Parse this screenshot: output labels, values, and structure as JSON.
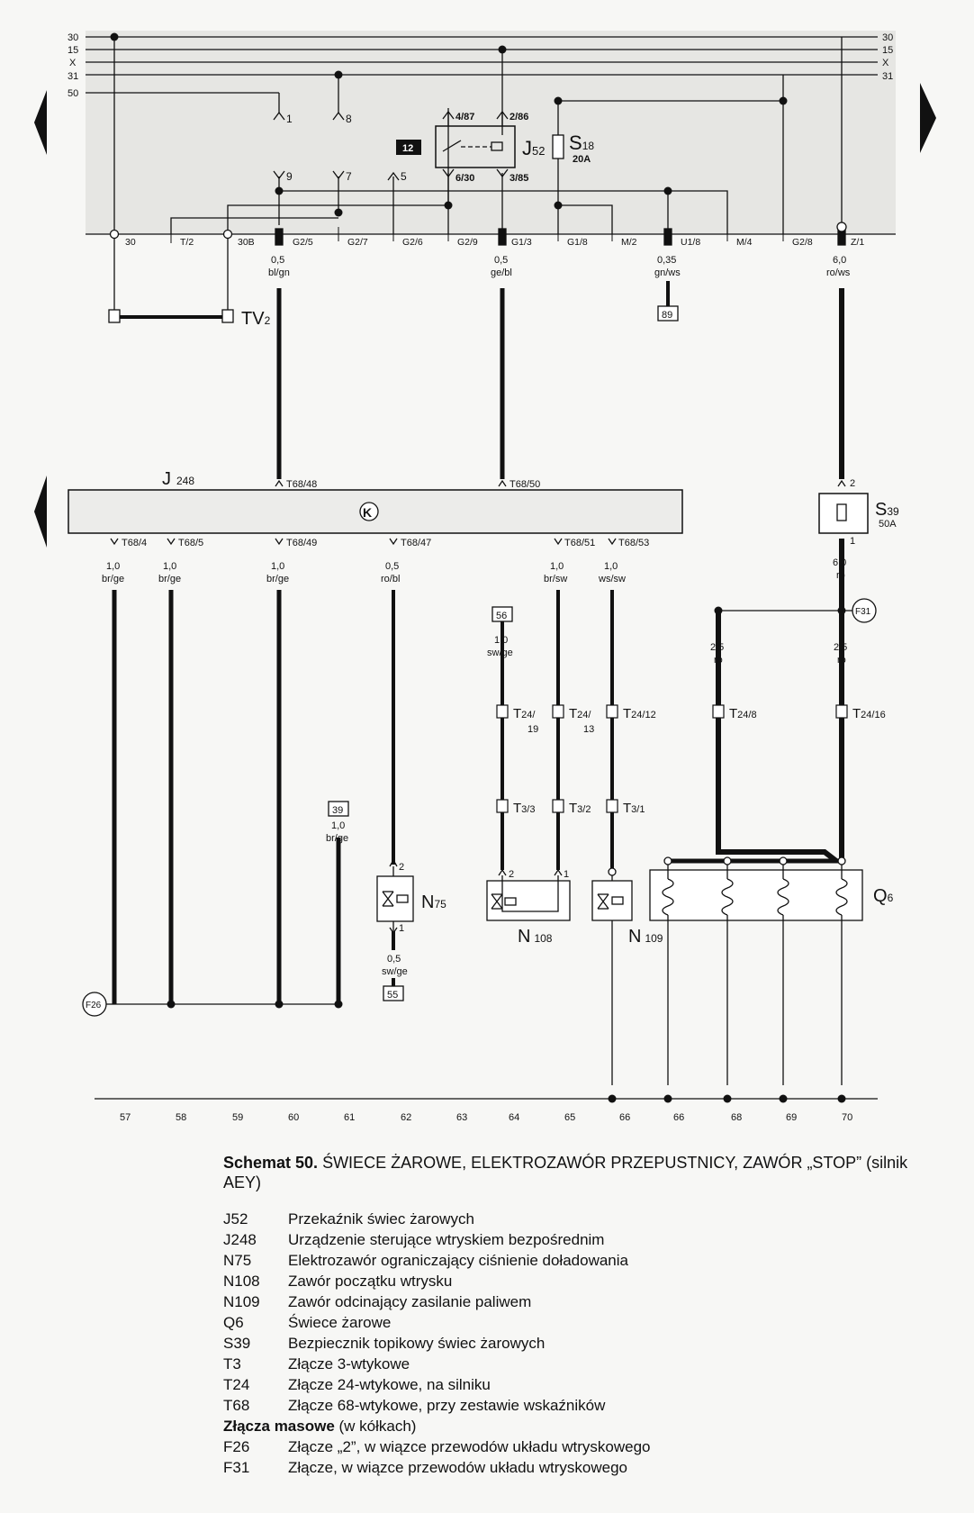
{
  "rails": {
    "left": [
      "30",
      "15",
      "X",
      "31",
      "50"
    ],
    "right": [
      "30",
      "15",
      "X",
      "31"
    ]
  },
  "relay_panel": {
    "relay_number": "12",
    "relay_name": "J",
    "relay_sub": "52",
    "contacts": [
      "4/87",
      "2/86",
      "6/30",
      "3/85"
    ],
    "fuse_name": "S",
    "fuse_sub": "18",
    "fuse_rating": "20A",
    "top_pins": [
      "1",
      "8"
    ],
    "mid_pins": [
      "9",
      "7",
      "5"
    ]
  },
  "connector_strip": [
    "30",
    "T/2",
    "30B",
    "G2/5",
    "G2/7",
    "G2/6",
    "G2/9",
    "G1/3",
    "G1/8",
    "M/2",
    "U1/8",
    "M/4",
    "G2/8",
    "Z/1"
  ],
  "upper_wires": [
    {
      "size": "0,5",
      "color": "bl/gn"
    },
    {
      "size": "0,5",
      "color": "ge/bl"
    },
    {
      "size": "0,35",
      "color": "gn/ws"
    },
    {
      "size": "6,0",
      "color": "ro/ws"
    }
  ],
  "ref_89": "89",
  "tv2": {
    "name": "TV",
    "sub": "2"
  },
  "j248": {
    "name": "J",
    "sub": "248",
    "symbol": "K",
    "top_pins": [
      "T68/48",
      "T68/50"
    ],
    "bottom_pins": [
      "T68/4",
      "T68/5",
      "T68/49",
      "T68/47",
      "T68/51",
      "T68/53"
    ]
  },
  "s39": {
    "name": "S",
    "sub": "39",
    "rating": "50A",
    "pin_top": "2",
    "pin_bottom": "1"
  },
  "s39_out": {
    "size": "6,0",
    "color": "ro"
  },
  "lower_wires": [
    {
      "size": "1,0",
      "color": "br/ge"
    },
    {
      "size": "1,0",
      "color": "br/ge"
    },
    {
      "size": "1,0",
      "color": "br/ge"
    },
    {
      "size": "0,5",
      "color": "ro/bl"
    },
    {
      "size": "1,0",
      "color": "br/sw"
    },
    {
      "size": "1,0",
      "color": "ws/sw"
    }
  ],
  "ref_56": {
    "ref": "56",
    "size": "1,0",
    "color": "sw/ge"
  },
  "ref_39": {
    "ref": "39",
    "size": "1,0",
    "color": "br/ge"
  },
  "ref_55": {
    "ref": "55",
    "size": "0,5",
    "color": "sw/ge"
  },
  "q6_wires": [
    {
      "size": "2,5",
      "color": "ro"
    },
    {
      "size": "2,5",
      "color": "ro"
    }
  ],
  "t24": [
    {
      "name": "T",
      "sub": "24/",
      "line2": "19"
    },
    {
      "name": "T",
      "sub": "24/",
      "line2": "13"
    },
    {
      "name": "T",
      "sub": "24/12",
      "line2": ""
    },
    {
      "name": "T",
      "sub": "24/8",
      "line2": ""
    },
    {
      "name": "T",
      "sub": "24/16",
      "line2": ""
    }
  ],
  "t3": [
    {
      "name": "T",
      "sub": "3/3"
    },
    {
      "name": "T",
      "sub": "3/2"
    },
    {
      "name": "T",
      "sub": "3/1"
    }
  ],
  "components": {
    "n75": {
      "name": "N",
      "sub": "75",
      "pin_top": "2",
      "pin_bottom": "1"
    },
    "n108": {
      "name": "N",
      "sub": "108",
      "pin_left": "2",
      "pin_right": "1"
    },
    "n109": {
      "name": "N",
      "sub": "109"
    },
    "q6": {
      "name": "Q",
      "sub": "6"
    }
  },
  "ground_f26": "F26",
  "ground_f31": "F31",
  "bottom_numbers": [
    "57",
    "58",
    "59",
    "60",
    "61",
    "62",
    "63",
    "64",
    "65",
    "66",
    "66",
    "68",
    "69",
    "70"
  ],
  "caption": {
    "title_bold": "Schemat 50.",
    "title_rest": " ŚWIECE ŻAROWE, ELEKTROZAWÓR PRZEPUSTNICY, ZAWÓR „STOP” (silnik AEY)"
  },
  "legend": [
    {
      "code": "J52",
      "desc": "Przekaźnik świec żarowych"
    },
    {
      "code": "J248",
      "desc": "Urządzenie sterujące wtryskiem bezpośrednim"
    },
    {
      "code": "N75",
      "desc": "Elektrozawór ograniczający ciśnienie doładowania"
    },
    {
      "code": "N108",
      "desc": "Zawór początku wtrysku"
    },
    {
      "code": "N109",
      "desc": "Zawór odcinający zasilanie paliwem"
    },
    {
      "code": "Q6",
      "desc": "Świece żarowe"
    },
    {
      "code": "S39",
      "desc": "Bezpiecznik topikowy świec żarowych"
    },
    {
      "code": "T3",
      "desc": "Złącze 3-wtykowe"
    },
    {
      "code": "T24",
      "desc": "Złącze 24-wtykowe, na silniku"
    },
    {
      "code": "T68",
      "desc": "Złącze 68-wtykowe, przy zestawie wskaźników"
    }
  ],
  "ground_heading": {
    "bold": "Złącza masowe",
    "rest": " (w kółkach)"
  },
  "ground_legend": [
    {
      "code": "F26",
      "desc": "Złącze „2”, w wiązce przewodów układu wtryskowego"
    },
    {
      "code": "F31",
      "desc": "Złącze, w wiązce przewodów układu wtryskowego"
    }
  ]
}
